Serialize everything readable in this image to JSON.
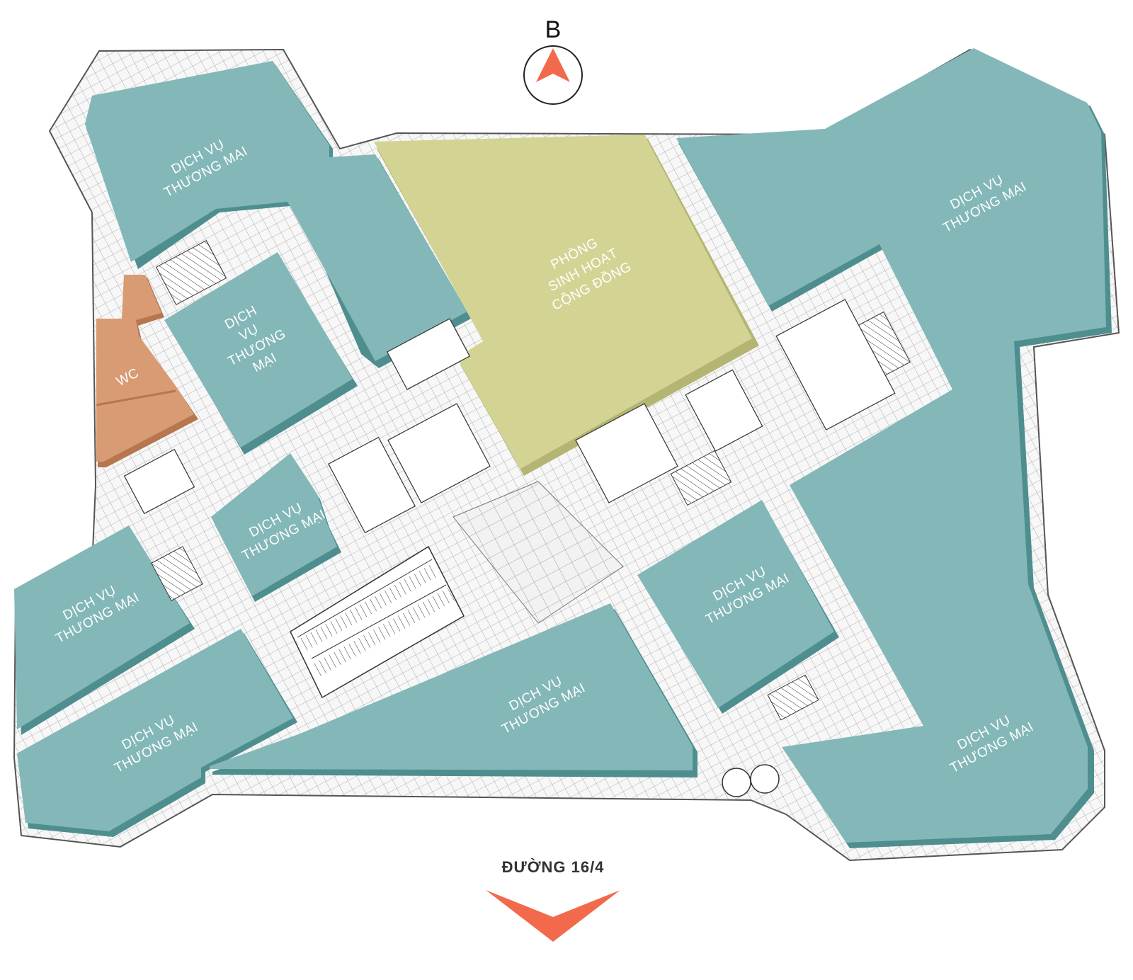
{
  "compass": {
    "letter": "B",
    "accent": "#f26a4b"
  },
  "road": {
    "label": "ĐƯỜNG 16/4",
    "accent": "#f26a4b"
  },
  "colors": {
    "retail": "#83b7b8",
    "retail_shadow": "#4e8e8f",
    "community": "#d3d494",
    "community_shadow": "#b5b573",
    "wc": "#d99b73",
    "wc_shadow": "#b7764e",
    "corridor": "#f4f4f4",
    "outline": "#555555"
  },
  "zones": {
    "retail_nw": {
      "line1": "DỊCH VỤ",
      "line2": "THƯƠNG MẠI"
    },
    "retail_ne": {
      "line1": "DỊCH VỤ",
      "line2": "THƯƠNG MẠI"
    },
    "retail_center_tall": {
      "line1": "DỊCH",
      "line2": "VỤ",
      "line3": "THƯƠNG",
      "line4": "MẠI"
    },
    "retail_center_small": {
      "line1": "DỊCH VỤ",
      "line2": "THƯƠNG MẠI"
    },
    "retail_w": {
      "line1": "DỊCH VỤ",
      "line2": "THƯƠNG MẠI"
    },
    "retail_sw": {
      "line1": "DỊCH VỤ",
      "line2": "THƯƠNG MẠI"
    },
    "retail_s": {
      "line1": "DỊCH VỤ",
      "line2": "THƯƠNG MẠI"
    },
    "retail_se_inner": {
      "line1": "DỊCH VỤ",
      "line2": "THƯƠNG MẠI"
    },
    "retail_se": {
      "line1": "DỊCH VỤ",
      "line2": "THƯƠNG MẠI"
    },
    "community_room": {
      "line1": "PHÒNG",
      "line2": "SINH HOẠT",
      "line3": "CỘNG ĐỒNG"
    },
    "wc": {
      "label": "WC"
    }
  }
}
